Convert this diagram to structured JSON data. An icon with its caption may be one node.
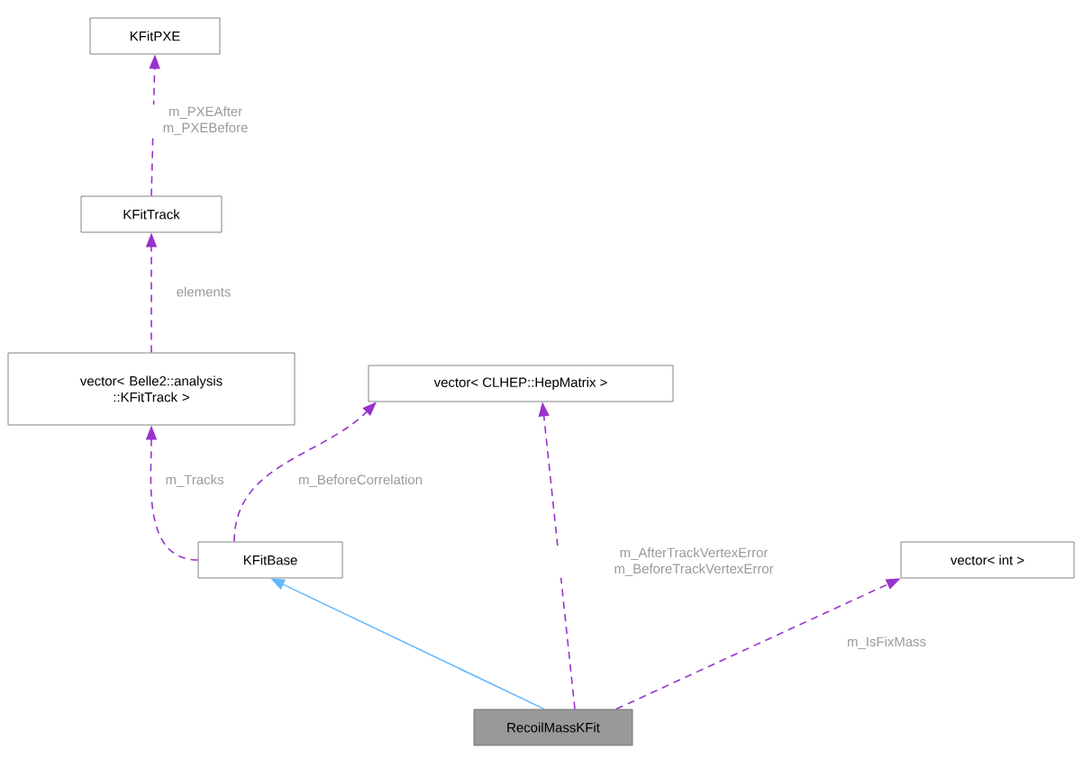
{
  "diagram": {
    "nodes": [
      {
        "text": [
          "KFitPXE"
        ]
      },
      {
        "text": [
          "KFitTrack"
        ]
      },
      {
        "text": [
          "vector< Belle2::analysis ::KFitTrack >"
        ]
      },
      {
        "text": [
          "vector< CLHEP::HepMatrix >"
        ]
      },
      {
        "text": [
          "KFitBase"
        ]
      },
      {
        "text": [
          "vector< int >"
        ]
      },
      {
        "text": [
          "RecoilMassKFit"
        ]
      }
    ],
    "edges": [
      {
        "from": 1,
        "to": 0,
        "arrow": "to",
        "style": "dashed",
        "label": "m_PXEAfter m_PXEBefore"
      },
      {
        "from": 2,
        "to": 1,
        "arrow": "to",
        "style": "dashed",
        "label": "elements"
      },
      {
        "from": 4,
        "to": 2,
        "arrow": "to",
        "style": "dashed",
        "label": "m_Tracks"
      },
      {
        "from": 4,
        "to": 3,
        "arrow": "to",
        "style": "dashed",
        "label": "m_BeforeCorrelation"
      },
      {
        "from": 6,
        "to": 4,
        "arrow": "to",
        "color": "#63b8ff"
      },
      {
        "from": 6,
        "to": 3,
        "arrow": "to",
        "style": "dashed",
        "label": "m_AfterTrackVertexError m_BeforeTrackVertexError"
      },
      {
        "from": 6,
        "to": 5,
        "arrow": "to",
        "style": "dashed",
        "label": "m_IsFixMass"
      }
    ]
  }
}
